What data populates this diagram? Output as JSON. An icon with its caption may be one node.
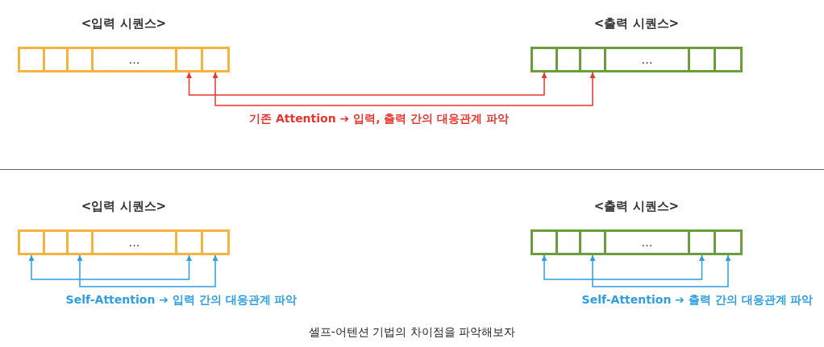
{
  "diagram": {
    "caption": "셀프-어텐션 기법의 차이점을 파악해보자",
    "nodes": [
      {
        "text": [
          "<입력 시퀀스>"
        ]
      },
      {
        "text": [],
        "shape": "box",
        "in": 0
      },
      {
        "text": [],
        "shape": "box",
        "in": 0
      },
      {
        "text": [],
        "shape": "box",
        "in": 0
      },
      {
        "text": [
          "…"
        ],
        "in": 0
      },
      {
        "text": [],
        "shape": "box",
        "in": 0
      },
      {
        "text": [],
        "shape": "box",
        "in": 0
      },
      {
        "text": [
          "<출력 시퀀스>"
        ]
      },
      {
        "text": [],
        "shape": "box",
        "in": 7
      },
      {
        "text": [],
        "shape": "box",
        "in": 7
      },
      {
        "text": [],
        "shape": "box",
        "in": 7
      },
      {
        "text": [
          "…"
        ],
        "in": 7
      },
      {
        "text": [],
        "shape": "box",
        "in": 7
      },
      {
        "text": [],
        "shape": "box",
        "in": 7
      },
      {
        "text": [
          "<입력 시퀀스>"
        ]
      },
      {
        "text": [],
        "shape": "box",
        "in": 14
      },
      {
        "text": [],
        "shape": "box",
        "in": 14
      },
      {
        "text": [],
        "shape": "box",
        "in": 14
      },
      {
        "text": [
          "…"
        ],
        "in": 14
      },
      {
        "text": [],
        "shape": "box",
        "in": 14
      },
      {
        "text": [],
        "shape": "box",
        "in": 14
      },
      {
        "text": [
          "<출력 시퀀스>"
        ]
      },
      {
        "text": [],
        "shape": "box",
        "in": 21
      },
      {
        "text": [],
        "shape": "box",
        "in": 21
      },
      {
        "text": [],
        "shape": "box",
        "in": 21
      },
      {
        "text": [
          "…"
        ],
        "in": 21
      },
      {
        "text": [],
        "shape": "box",
        "in": 21
      },
      {
        "text": [],
        "shape": "box",
        "in": 21
      }
    ],
    "edges": [
      {
        "from": 5,
        "to": 8,
        "arrow": "both",
        "color": "#e8352e"
      },
      {
        "from": 6,
        "to": 10,
        "arrow": "both",
        "color": "#e8352e"
      },
      {
        "from": 15,
        "to": 19,
        "arrow": "both"
      },
      {
        "from": 17,
        "to": 20,
        "arrow": "both"
      },
      {
        "from": 22,
        "to": 26,
        "arrow": "both"
      },
      {
        "from": 24,
        "to": 27,
        "arrow": "both"
      }
    ],
    "labels": [
      "기존 Attention ➔ 입력, 출력 간의 대응관계 파악",
      "Self-Attention ➔ 입력 간의 대응관계 파악",
      "Self-Attention ➔ 출력 간의 대응관계 파악"
    ]
  }
}
